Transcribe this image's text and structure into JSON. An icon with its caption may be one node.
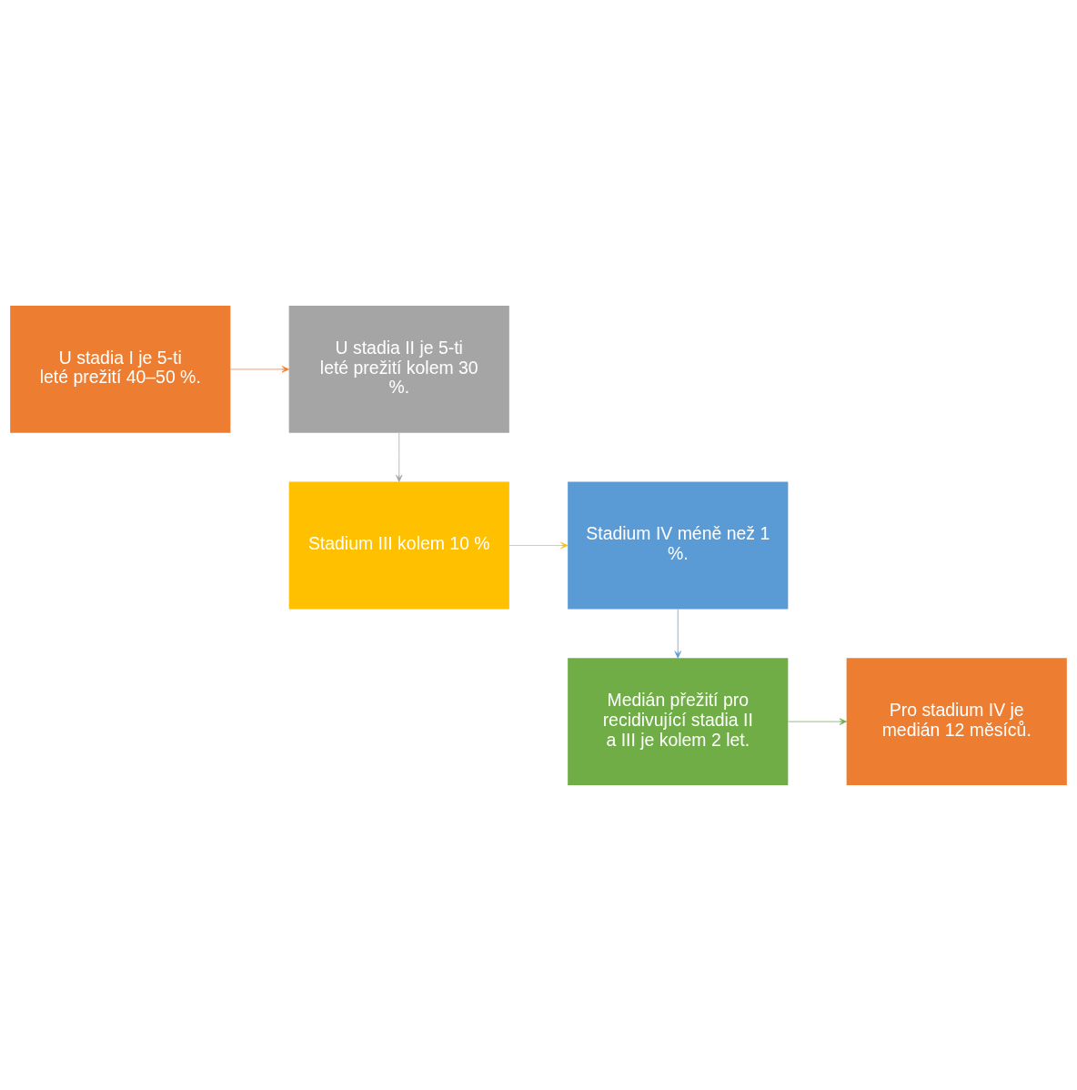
{
  "diagram": {
    "nodes": [
      {
        "text": [
          "U stadia I je 5-ti leté prežití 40–50 %."
        ]
      },
      {
        "text": [
          "U stadia II je 5-ti leté prežití kolem 30 %."
        ]
      },
      {
        "text": [
          "Stadium III kolem 10 %"
        ]
      },
      {
        "text": [
          "Stadium IV méně než 1 %."
        ]
      },
      {
        "text": [
          "Medián přežití pro recidivující stadia II a III je kolem 2 let."
        ]
      },
      {
        "text": [
          "Pro stadium IV je medián 12 měsíců."
        ]
      }
    ],
    "edges": [
      {
        "from": 0,
        "to": 1,
        "arrow": "to",
        "color": "#ed7d31"
      },
      {
        "from": 1,
        "to": 2,
        "arrow": "to",
        "color": "#a5a5a5"
      },
      {
        "from": 2,
        "to": 3,
        "arrow": "to",
        "color": "#ffc000"
      },
      {
        "from": 3,
        "to": 4,
        "arrow": "to",
        "color": "#5b9bd5"
      },
      {
        "from": 4,
        "to": 5,
        "arrow": "to",
        "color": "#70ad47"
      }
    ]
  }
}
